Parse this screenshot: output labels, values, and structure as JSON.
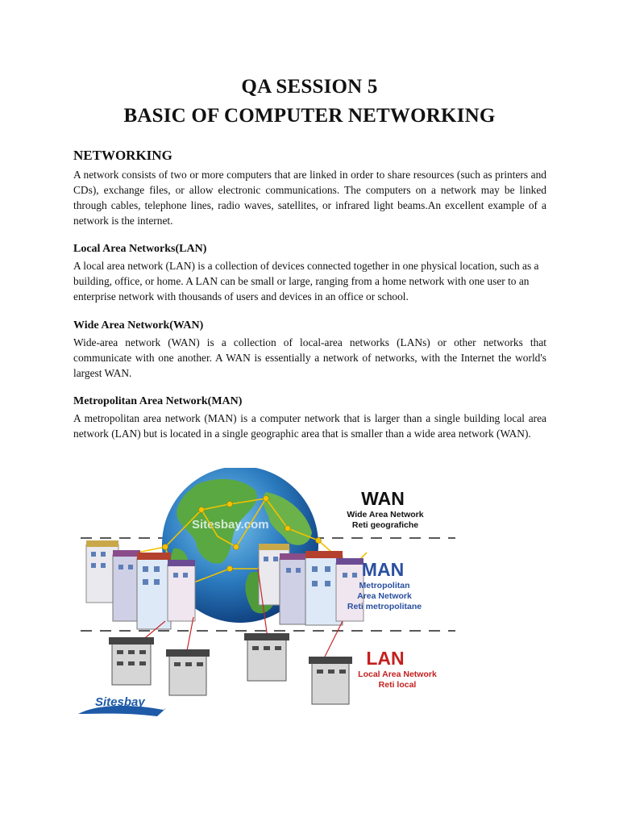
{
  "title_line1": "QA SESSION 5",
  "title_line2": "BASIC OF COMPUTER NETWORKING",
  "networking": {
    "heading": "NETWORKING",
    "text": "A network consists of two or more computers that are linked in order to share resources (such as printers and CDs), exchange files, or allow electronic communications. The computers on a network may be linked through cables, telephone lines, radio waves, satellites, or infrared light beams.An excellent example of a network is the internet."
  },
  "lan": {
    "heading": "Local Area Networks(LAN)",
    "text": "A local area network (LAN) is a collection of devices connected together in one physical location, such as a building, office, or home. A LAN can be small or large, ranging from a home network with one user to an enterprise network with thousands of users and devices in an office or school."
  },
  "wan": {
    "heading": "Wide Area Network(WAN)",
    "text": "Wide-area network (WAN) is a collection of local-area networks (LANs) or other networks that communicate with one another. A WAN is essentially a network of networks, with the Internet the world's largest WAN."
  },
  "man": {
    "heading": "Metropolitan Area Network(MAN)",
    "text": "A metropolitan area network (MAN) is a computer network that is larger than a single building local area network (LAN) but is located in a single geographic area that is smaller than a wide area network (WAN)."
  },
  "figure": {
    "watermark": "Sitesbay.com",
    "logo": "Sitesbay",
    "wan_title": "WAN",
    "wan_line1": "Wide Area Network",
    "wan_line2": "Reti geografiche",
    "man_title": "MAN",
    "man_line1": "Metropolitan",
    "man_line2": "Area Network",
    "man_line3": "Reti metropolitane",
    "lan_title": "LAN",
    "lan_line1": "Local Area Network",
    "lan_line2": "Reti local",
    "colors": {
      "wan": "#111111",
      "man": "#2a4fa0",
      "lan": "#c42020",
      "link": "#f2c200",
      "cable": "#c62828"
    }
  }
}
